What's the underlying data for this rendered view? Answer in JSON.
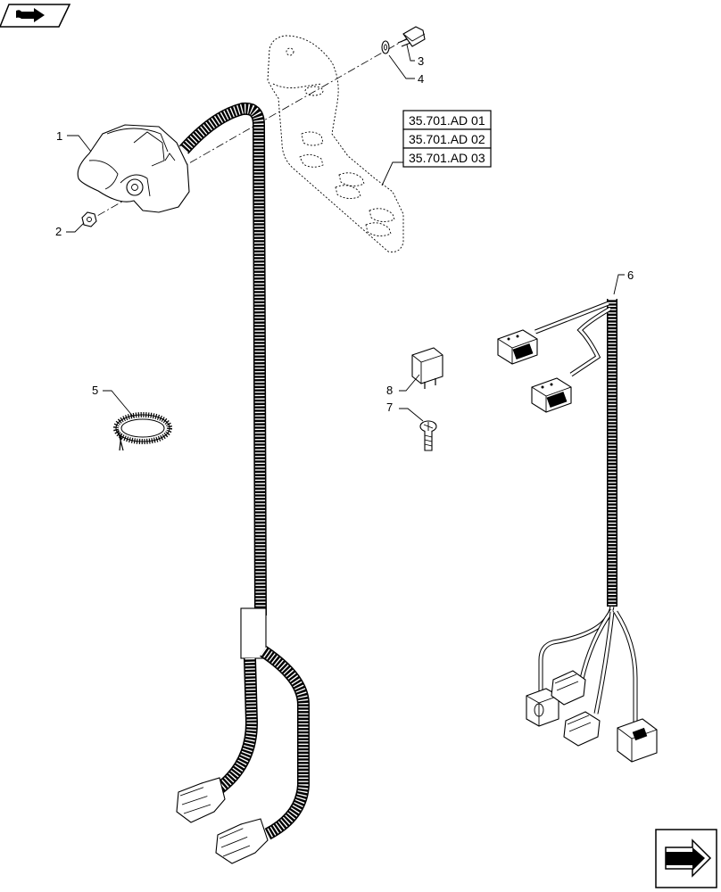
{
  "callouts": [
    {
      "id": "1",
      "label": "1"
    },
    {
      "id": "2",
      "label": "2"
    },
    {
      "id": "3",
      "label": "3"
    },
    {
      "id": "4",
      "label": "4"
    },
    {
      "id": "5",
      "label": "5"
    },
    {
      "id": "6",
      "label": "6"
    },
    {
      "id": "7",
      "label": "7"
    },
    {
      "id": "8",
      "label": "8"
    }
  ],
  "references": [
    "35.701.AD 01",
    "35.701.AD 02",
    "35.701.AD 03"
  ],
  "icons": {
    "top_left": "book-arrow-icon",
    "bottom_right": "next-page-arrow-icon"
  }
}
